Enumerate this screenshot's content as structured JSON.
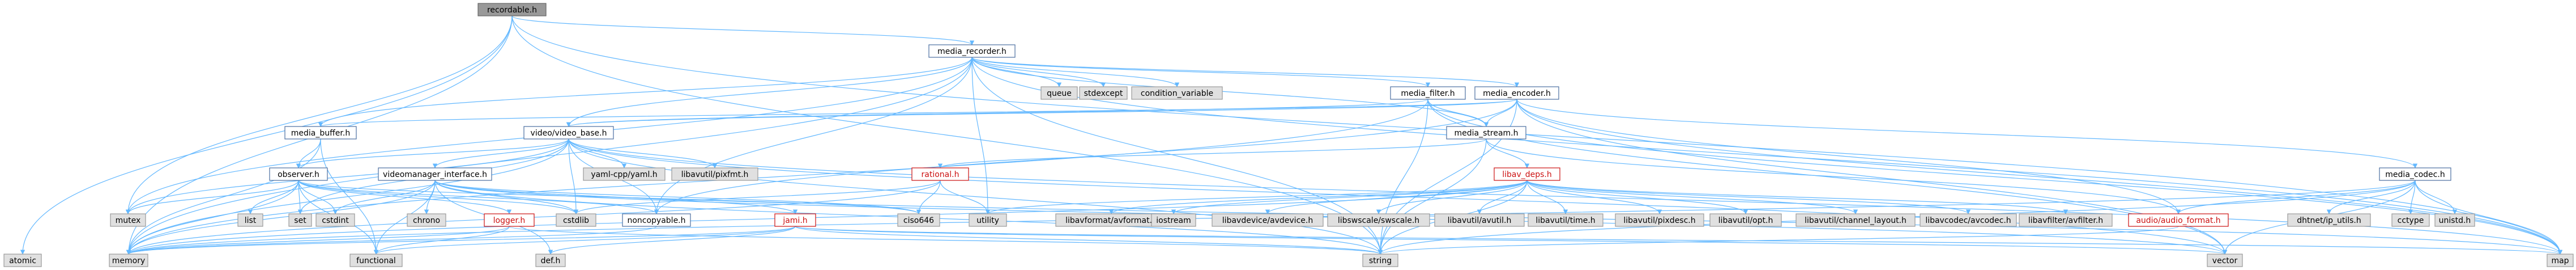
{
  "graph": {
    "colors": {
      "root_fill": "#999999",
      "root_stroke": "#666666",
      "local_fill": "#ffffff",
      "local_stroke": "#4b6fa1",
      "sys_fill": "#e0e0e0",
      "sys_stroke": "#999999",
      "missing_fill": "#ffffff",
      "missing_stroke": "#cc1111",
      "edge": "#63b8ff",
      "text": "#000000",
      "missing_text": "#cc1111"
    },
    "nodes": [
      {
        "id": "recordable_h",
        "label": "recordable.h",
        "kind": "root"
      },
      {
        "id": "media_recorder_h",
        "label": "media_recorder.h",
        "kind": "local"
      },
      {
        "id": "queue",
        "label": "queue",
        "kind": "sys"
      },
      {
        "id": "stdexcept",
        "label": "stdexcept",
        "kind": "sys"
      },
      {
        "id": "condition_variable",
        "label": "condition_variable",
        "kind": "sys"
      },
      {
        "id": "media_filter_h",
        "label": "media_filter.h",
        "kind": "local"
      },
      {
        "id": "media_encoder_h",
        "label": "media_encoder.h",
        "kind": "local"
      },
      {
        "id": "media_buffer_h",
        "label": "media_buffer.h",
        "kind": "local"
      },
      {
        "id": "video_base_h",
        "label": "video/video_base.h",
        "kind": "local"
      },
      {
        "id": "media_stream_h",
        "label": "media_stream.h",
        "kind": "local"
      },
      {
        "id": "yaml_cpp",
        "label": "yaml-cpp/yaml.h",
        "kind": "sys"
      },
      {
        "id": "libavutil_pixfmt",
        "label": "libavutil/pixfmt.h",
        "kind": "sys"
      },
      {
        "id": "observer_h",
        "label": "observer.h",
        "kind": "local"
      },
      {
        "id": "videomanager_interface_h",
        "label": "videomanager_interface.h",
        "kind": "local"
      },
      {
        "id": "rational_h",
        "label": "rational.h",
        "kind": "missing"
      },
      {
        "id": "libav_deps_h",
        "label": "libav_deps.h",
        "kind": "missing"
      },
      {
        "id": "media_codec_h",
        "label": "media_codec.h",
        "kind": "local"
      },
      {
        "id": "mutex",
        "label": "mutex",
        "kind": "sys"
      },
      {
        "id": "list",
        "label": "list",
        "kind": "sys"
      },
      {
        "id": "set",
        "label": "set",
        "kind": "sys"
      },
      {
        "id": "cstdint",
        "label": "cstdint",
        "kind": "sys"
      },
      {
        "id": "chrono",
        "label": "chrono",
        "kind": "sys"
      },
      {
        "id": "logger_h",
        "label": "logger.h",
        "kind": "missing"
      },
      {
        "id": "cstdlib",
        "label": "cstdlib",
        "kind": "sys"
      },
      {
        "id": "noncopyable_h",
        "label": "noncopyable.h",
        "kind": "local"
      },
      {
        "id": "jami_h",
        "label": "jami.h",
        "kind": "missing"
      },
      {
        "id": "ciso646",
        "label": "ciso646",
        "kind": "sys"
      },
      {
        "id": "utility",
        "label": "utility",
        "kind": "sys"
      },
      {
        "id": "libavformat",
        "label": "libavformat/avformat.h",
        "kind": "sys"
      },
      {
        "id": "iostream",
        "label": "iostream",
        "kind": "sys"
      },
      {
        "id": "libavdevice",
        "label": "libavdevice/avdevice.h",
        "kind": "sys"
      },
      {
        "id": "libswscale",
        "label": "libswscale/swscale.h",
        "kind": "sys"
      },
      {
        "id": "libavutil_avutil",
        "label": "libavutil/avutil.h",
        "kind": "sys"
      },
      {
        "id": "libavutil_time",
        "label": "libavutil/time.h",
        "kind": "sys"
      },
      {
        "id": "libavutil_pixdesc",
        "label": "libavutil/pixdesc.h",
        "kind": "sys"
      },
      {
        "id": "libavutil_opt",
        "label": "libavutil/opt.h",
        "kind": "sys"
      },
      {
        "id": "libavutil_channel_layout",
        "label": "libavutil/channel_layout.h",
        "kind": "sys"
      },
      {
        "id": "libavcodec",
        "label": "libavcodec/avcodec.h",
        "kind": "sys"
      },
      {
        "id": "libavfilter",
        "label": "libavfilter/avfilter.h",
        "kind": "sys"
      },
      {
        "id": "audio_format_h",
        "label": "audio/audio_format.h",
        "kind": "missing"
      },
      {
        "id": "dhtnet_ip_utils",
        "label": "dhtnet/ip_utils.h",
        "kind": "sys"
      },
      {
        "id": "cctype",
        "label": "cctype",
        "kind": "sys"
      },
      {
        "id": "unistd",
        "label": "unistd.h",
        "kind": "sys"
      },
      {
        "id": "atomic",
        "label": "atomic",
        "kind": "sys"
      },
      {
        "id": "memory",
        "label": "memory",
        "kind": "sys"
      },
      {
        "id": "functional",
        "label": "functional",
        "kind": "sys"
      },
      {
        "id": "def_h",
        "label": "def.h",
        "kind": "sys"
      },
      {
        "id": "string",
        "label": "string",
        "kind": "sys"
      },
      {
        "id": "vector",
        "label": "vector",
        "kind": "sys"
      },
      {
        "id": "map",
        "label": "map",
        "kind": "sys"
      }
    ],
    "edges": [
      [
        "recordable_h",
        "media_recorder_h"
      ],
      [
        "recordable_h",
        "atomic"
      ],
      [
        "recordable_h",
        "memory"
      ],
      [
        "recordable_h",
        "mutex"
      ],
      [
        "recordable_h",
        "string"
      ],
      [
        "recordable_h",
        "map"
      ],
      [
        "media_recorder_h",
        "queue"
      ],
      [
        "media_recorder_h",
        "stdexcept"
      ],
      [
        "media_recorder_h",
        "condition_variable"
      ],
      [
        "media_recorder_h",
        "media_filter_h"
      ],
      [
        "media_recorder_h",
        "media_encoder_h"
      ],
      [
        "media_recorder_h",
        "media_buffer_h"
      ],
      [
        "media_recorder_h",
        "video_base_h"
      ],
      [
        "media_recorder_h",
        "media_stream_h"
      ],
      [
        "media_recorder_h",
        "noncopyable_h"
      ],
      [
        "media_recorder_h",
        "utility"
      ],
      [
        "media_recorder_h",
        "mutex"
      ],
      [
        "media_recorder_h",
        "memory"
      ],
      [
        "media_recorder_h",
        "string"
      ],
      [
        "media_recorder_h",
        "map"
      ],
      [
        "media_filter_h",
        "media_stream_h"
      ],
      [
        "media_filter_h",
        "video_base_h"
      ],
      [
        "media_filter_h",
        "string"
      ],
      [
        "media_filter_h",
        "vector"
      ],
      [
        "media_filter_h",
        "map"
      ],
      [
        "media_filter_h",
        "memory"
      ],
      [
        "media_encoder_h",
        "media_buffer_h"
      ],
      [
        "media_encoder_h",
        "media_codec_h"
      ],
      [
        "media_encoder_h",
        "media_stream_h"
      ],
      [
        "media_encoder_h",
        "video_base_h"
      ],
      [
        "media_encoder_h",
        "noncopyable_h"
      ],
      [
        "media_encoder_h",
        "audio_format_h"
      ],
      [
        "media_encoder_h",
        "string"
      ],
      [
        "media_encoder_h",
        "vector"
      ],
      [
        "media_encoder_h",
        "map"
      ],
      [
        "media_buffer_h",
        "observer_h"
      ],
      [
        "media_buffer_h",
        "memory"
      ],
      [
        "media_buffer_h",
        "functional"
      ],
      [
        "video_base_h",
        "yaml_cpp"
      ],
      [
        "video_base_h",
        "libavutil_pixfmt"
      ],
      [
        "video_base_h",
        "observer_h"
      ],
      [
        "video_base_h",
        "videomanager_interface_h"
      ],
      [
        "video_base_h",
        "noncopyable_h"
      ],
      [
        "video_base_h",
        "cstdlib"
      ],
      [
        "video_base_h",
        "set"
      ],
      [
        "video_base_h",
        "mutex"
      ],
      [
        "video_base_h",
        "memory"
      ],
      [
        "video_base_h",
        "string"
      ],
      [
        "video_base_h",
        "vector"
      ],
      [
        "video_base_h",
        "map"
      ],
      [
        "media_stream_h",
        "rational_h"
      ],
      [
        "media_stream_h",
        "libav_deps_h"
      ],
      [
        "media_stream_h",
        "audio_format_h"
      ],
      [
        "media_stream_h",
        "string"
      ],
      [
        "observer_h",
        "mutex"
      ],
      [
        "observer_h",
        "list"
      ],
      [
        "observer_h",
        "set"
      ],
      [
        "observer_h",
        "cstdint"
      ],
      [
        "observer_h",
        "cstdlib"
      ],
      [
        "observer_h",
        "ciso646"
      ],
      [
        "observer_h",
        "memory"
      ],
      [
        "observer_h",
        "functional"
      ],
      [
        "observer_h",
        "noncopyable_h"
      ],
      [
        "observer_h",
        "logger_h"
      ],
      [
        "videomanager_interface_h",
        "chrono"
      ],
      [
        "videomanager_interface_h",
        "cstdint"
      ],
      [
        "videomanager_interface_h",
        "cstdlib"
      ],
      [
        "videomanager_interface_h",
        "jami_h"
      ],
      [
        "videomanager_interface_h",
        "def_h"
      ],
      [
        "videomanager_interface_h",
        "memory"
      ],
      [
        "videomanager_interface_h",
        "functional"
      ],
      [
        "videomanager_interface_h",
        "string"
      ],
      [
        "videomanager_interface_h",
        "vector"
      ],
      [
        "videomanager_interface_h",
        "map"
      ],
      [
        "videomanager_interface_h",
        "ciso646"
      ],
      [
        "rational_h",
        "utility"
      ],
      [
        "rational_h",
        "cstdlib"
      ],
      [
        "rational_h",
        "ciso646"
      ],
      [
        "rational_h",
        "memory"
      ],
      [
        "libav_deps_h",
        "libavformat"
      ],
      [
        "libav_deps_h",
        "libavdevice"
      ],
      [
        "libav_deps_h",
        "libswscale"
      ],
      [
        "libav_deps_h",
        "libavutil_avutil"
      ],
      [
        "libav_deps_h",
        "libavutil_time"
      ],
      [
        "libav_deps_h",
        "libavutil_pixdesc"
      ],
      [
        "libav_deps_h",
        "libavutil_opt"
      ],
      [
        "libav_deps_h",
        "libavutil_channel_layout"
      ],
      [
        "libav_deps_h",
        "libavcodec"
      ],
      [
        "libav_deps_h",
        "libavfilter"
      ],
      [
        "libav_deps_h",
        "iostream"
      ],
      [
        "libav_deps_h",
        "utility"
      ],
      [
        "libav_deps_h",
        "memory"
      ],
      [
        "libav_deps_h",
        "string"
      ],
      [
        "media_codec_h",
        "audio_format_h"
      ],
      [
        "media_codec_h",
        "dhtnet_ip_utils"
      ],
      [
        "media_codec_h",
        "cctype"
      ],
      [
        "media_codec_h",
        "unistd"
      ],
      [
        "media_codec_h",
        "string"
      ],
      [
        "media_codec_h",
        "vector"
      ],
      [
        "media_codec_h",
        "map"
      ],
      [
        "media_codec_h",
        "memory"
      ],
      [
        "logger_h",
        "memory"
      ],
      [
        "logger_h",
        "functional"
      ],
      [
        "logger_h",
        "string"
      ],
      [
        "jami_h",
        "def_h"
      ],
      [
        "jami_h",
        "functional"
      ],
      [
        "jami_h",
        "string"
      ],
      [
        "jami_h",
        "vector"
      ],
      [
        "jami_h",
        "map"
      ],
      [
        "jami_h",
        "memory"
      ],
      [
        "audio_format_h",
        "string"
      ],
      [
        "noncopyable_h",
        "memory"
      ]
    ]
  }
}
